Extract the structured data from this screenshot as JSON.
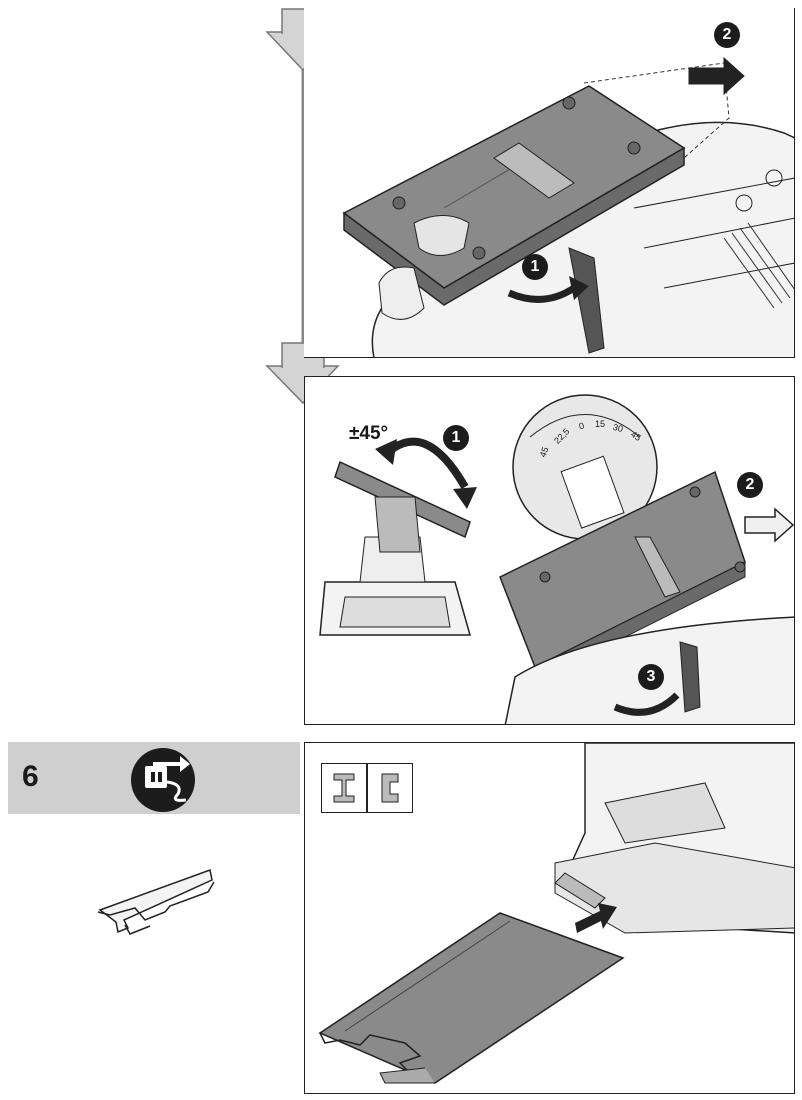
{
  "step": {
    "number": "6",
    "icon": "unplug-power-icon"
  },
  "panel_top": {
    "step_markers": [
      "2",
      "1"
    ]
  },
  "panel_middle": {
    "angle_label": "±45°",
    "step_markers": [
      "1",
      "2",
      "3"
    ],
    "scale_labels": [
      "45",
      "22,5",
      "0",
      "15",
      "30",
      "45"
    ]
  },
  "panel_bottom": {
    "material_icons": [
      "steel-profile-icon",
      "aluminium-profile-icon"
    ]
  },
  "colors": {
    "shoe_fill": "#8a8a8a",
    "tool_fill": "#f2f2f2",
    "arrow_fill": "#d0d0d0",
    "step_bar": "#cfcfcf",
    "badge": "#1c1c1c"
  }
}
